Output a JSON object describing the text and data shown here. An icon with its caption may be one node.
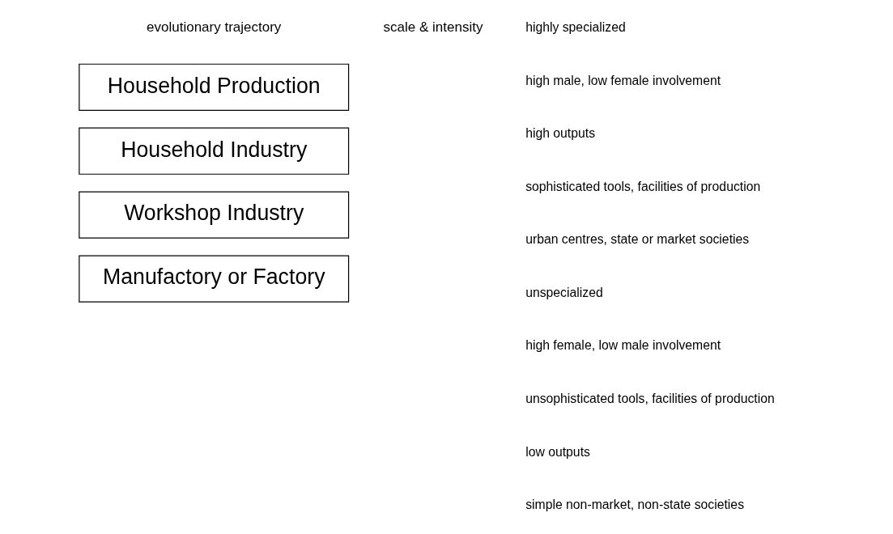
{
  "diagram": {
    "nodes": [
      {
        "text": [
          "Manufactory or Factory"
        ]
      },
      {
        "text": [
          "Workshop Industry"
        ]
      },
      {
        "text": [
          "Household Industry"
        ]
      },
      {
        "text": [
          "Household Production"
        ]
      }
    ],
    "edges": [],
    "labels": [
      "highly specialized",
      "high male, low female involvement",
      "high outputs",
      "sophisticated tools, facilities of production",
      "urban centres, state or market societies",
      "evolutionary trajectory",
      "scale & intensity",
      "unspecialized",
      "high female, low male involvement",
      "unsophisticated tools, facilities of production",
      "low outputs",
      "simple non-market, non-state societies"
    ]
  }
}
